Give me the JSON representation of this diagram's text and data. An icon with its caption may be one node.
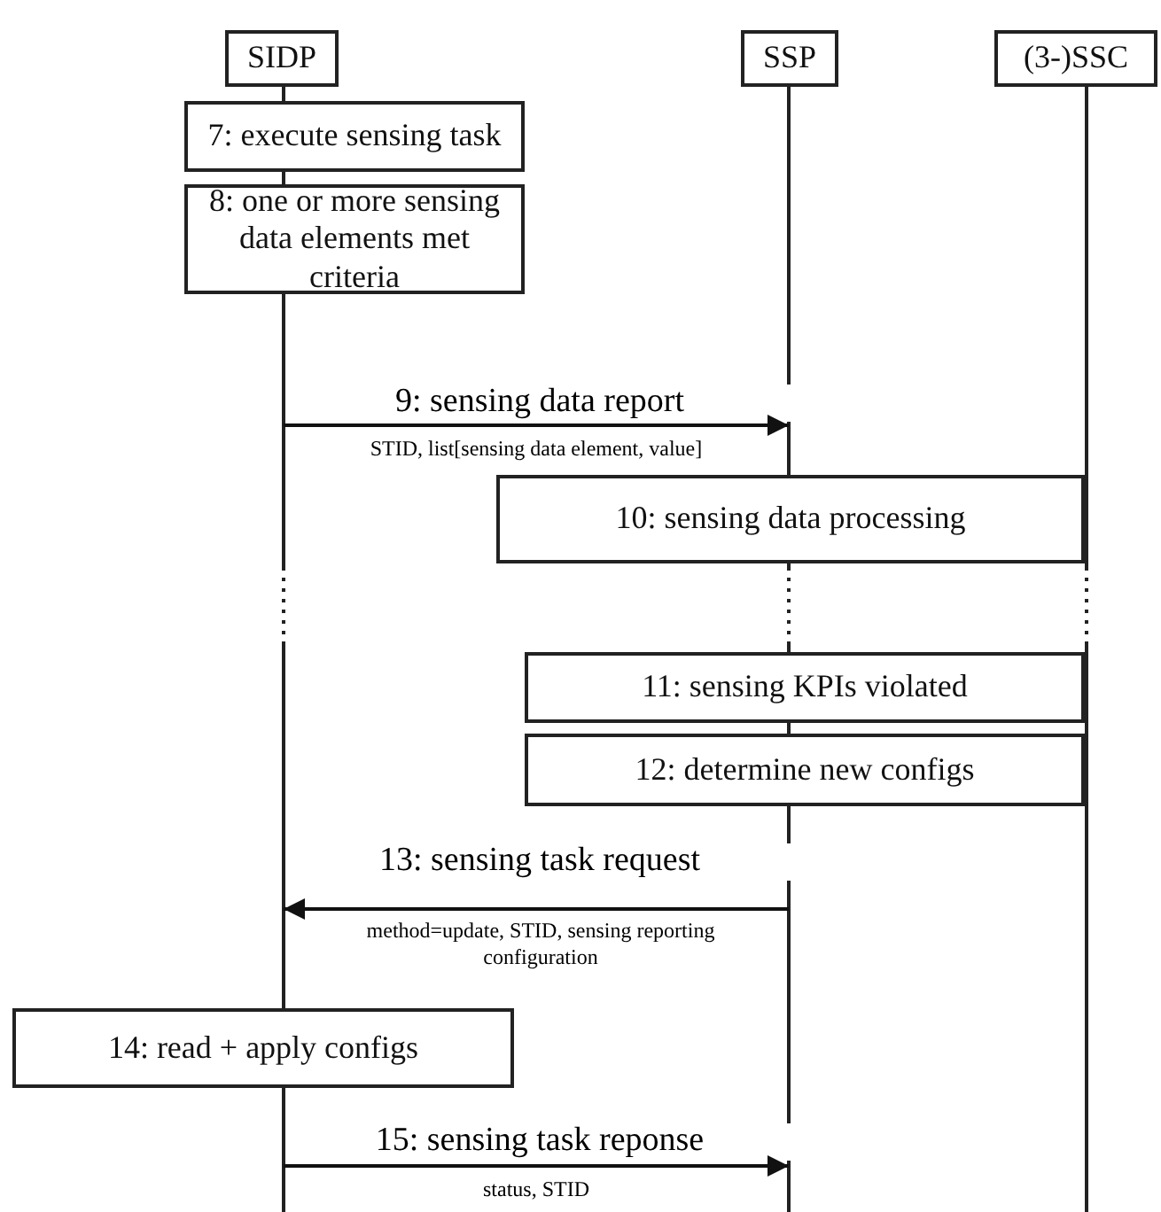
{
  "diagram": {
    "nodes": [
      {
        "text": [
          "SIDP"
        ]
      },
      {
        "text": [
          "SSP"
        ]
      },
      {
        "text": [
          "(3-)SSC"
        ]
      },
      {
        "text": [
          "7: execute sensing task"
        ]
      },
      {
        "text": [
          "8: one or more sensing data elements met criteria"
        ]
      },
      {
        "text": [
          "10: sensing data processing"
        ]
      },
      {
        "text": [
          "11: sensing KPIs violated"
        ]
      },
      {
        "text": [
          "12: determine new configs"
        ]
      },
      {
        "text": [
          "14: read + apply configs"
        ]
      }
    ],
    "edges": [
      {
        "from": 0,
        "to": 1,
        "arrow": "to",
        "label": "9: sensing data report"
      },
      {
        "from": 1,
        "to": 0,
        "arrow": "to",
        "label": "13: sensing task request"
      },
      {
        "from": 0,
        "to": 1,
        "arrow": "to",
        "label": "15: sensing task reponse"
      }
    ],
    "labels": [
      "STID, list[sensing data element, value]",
      "method=update, STID, sensing reporting configuration",
      "status, STID"
    ]
  }
}
